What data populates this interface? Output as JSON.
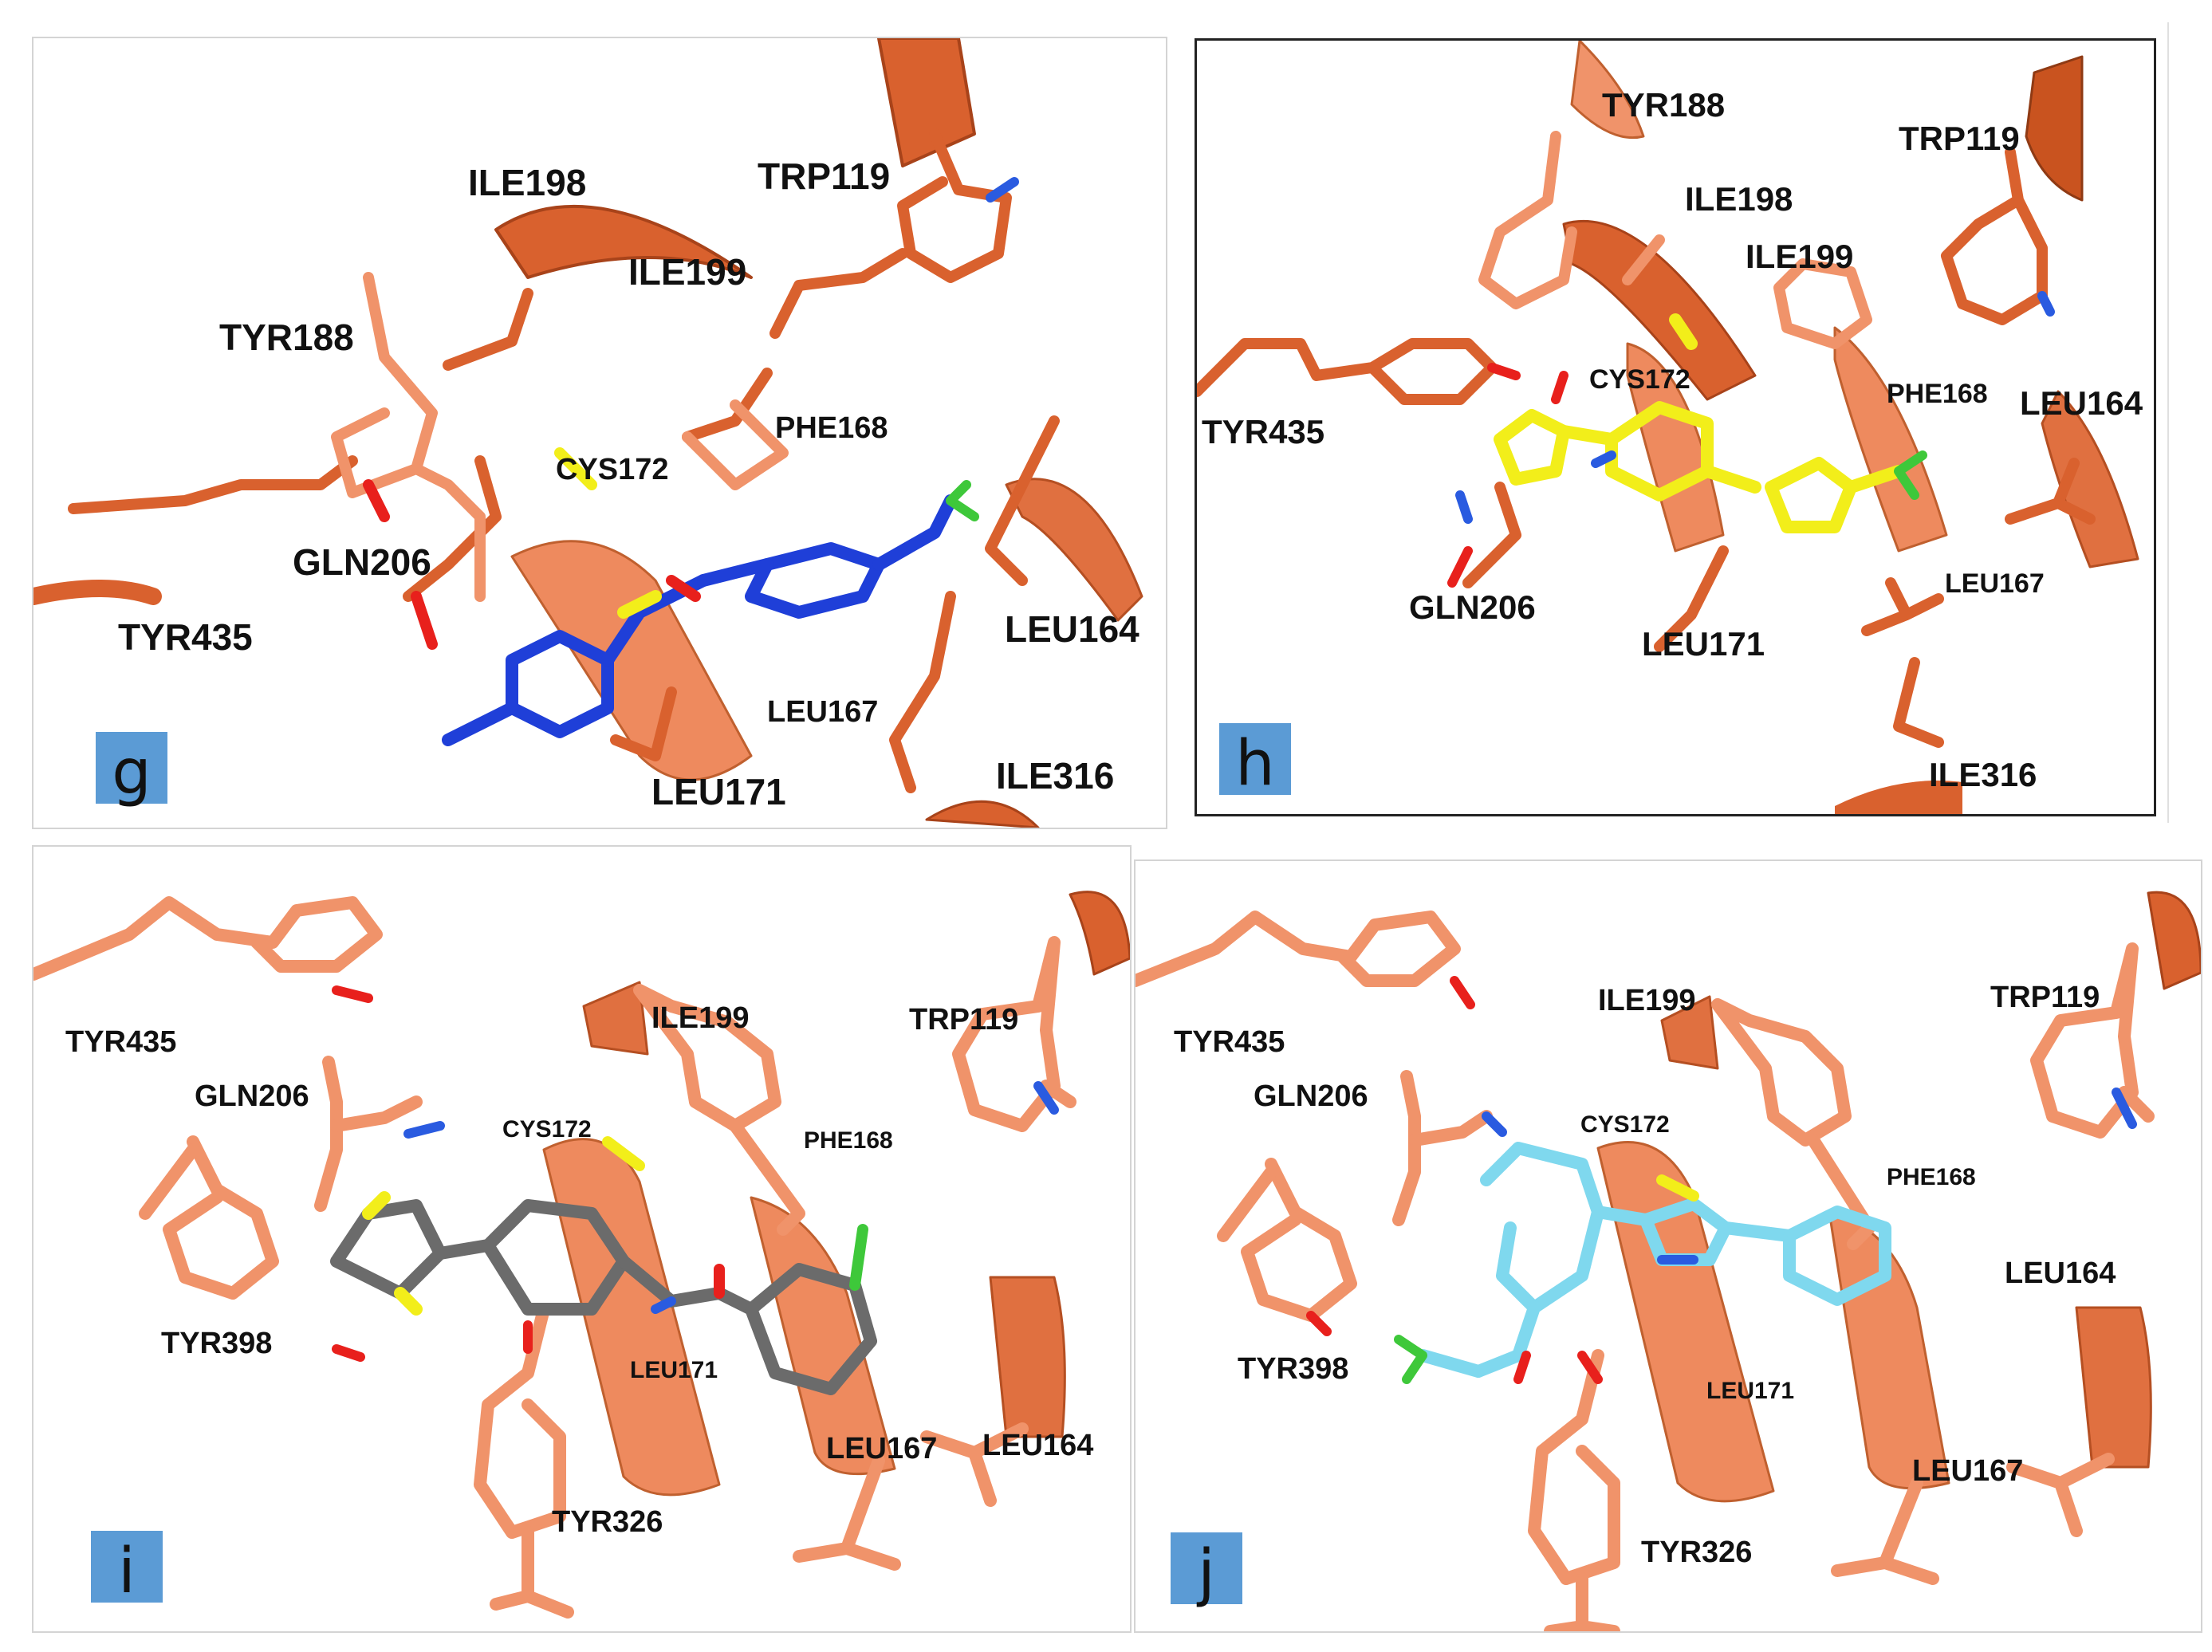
{
  "panels": {
    "g": {
      "badge": "g",
      "labels": {
        "ile198": "ILE198",
        "trp119": "TRP119",
        "ile199": "ILE199",
        "tyr188": "TYR188",
        "phe168": "PHE168",
        "cys172": "CYS172",
        "gln206": "GLN206",
        "tyr435": "TYR435",
        "leu164": "LEU164",
        "leu167": "LEU167",
        "leu171": "LEU171",
        "ile316": "ILE316"
      }
    },
    "h": {
      "badge": "h",
      "labels": {
        "tyr188": "TYR188",
        "trp119": "TRP119",
        "ile198": "ILE198",
        "ile199": "ILE199",
        "cys172": "CYS172",
        "phe168": "PHE168",
        "leu164": "LEU164",
        "tyr435": "TYR435",
        "leu167": "LEU167",
        "gln206": "GLN206",
        "leu171": "LEU171",
        "ile316": "ILE316"
      }
    },
    "i": {
      "badge": "i",
      "labels": {
        "tyr435": "TYR435",
        "ile199": "ILE199",
        "trp119": "TRP119",
        "gln206": "GLN206",
        "cys172": "CYS172",
        "phe168": "PHE168",
        "tyr398": "TYR398",
        "leu171": "LEU171",
        "leu167": "LEU167",
        "leu164": "LEU164",
        "tyr326": "TYR326"
      }
    },
    "j": {
      "badge": "j",
      "labels": {
        "tyr435": "TYR435",
        "ile199": "ILE199",
        "trp119": "TRP119",
        "gln206": "GLN206",
        "cys172": "CYS172",
        "phe168": "PHE168",
        "leu164": "LEU164",
        "tyr398": "TYR398",
        "leu171": "LEU171",
        "leu167": "LEU167",
        "tyr326": "TYR326"
      }
    }
  },
  "colors": {
    "residue_dark": "#d9612e",
    "residue_light": "#f0936a",
    "ligand_g": "#1f3fd8",
    "ligand_h": "#f2ee1a",
    "ligand_i": "#6b6b6b",
    "ligand_j": "#7fd8ee",
    "sulfur": "#f2ee1a",
    "oxygen": "#e8201c",
    "nitrogen": "#2a5be0",
    "fluorine_chlorine": "#3ec83a",
    "badge": "#5b9bd5"
  }
}
